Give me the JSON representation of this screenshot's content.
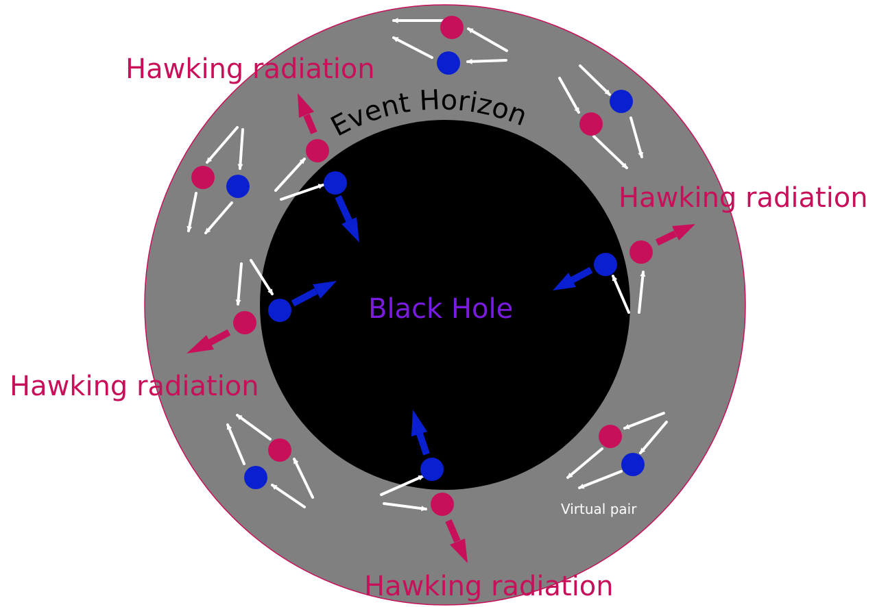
{
  "labels": {
    "black_hole": "Black Hole",
    "event_horizon": "Event Horizon",
    "hawking_radiation": "Hawking radiation",
    "virtual_pair": "Virtual pair"
  },
  "colors": {
    "outer_region": "#808080",
    "black_hole": "#000000",
    "particle": "#c8105a",
    "antiparticle": "#0a1fd0",
    "virtual_arrow": "#ffffff",
    "radiation_text": "#c8105a",
    "black_hole_text": "#7a1be0"
  }
}
